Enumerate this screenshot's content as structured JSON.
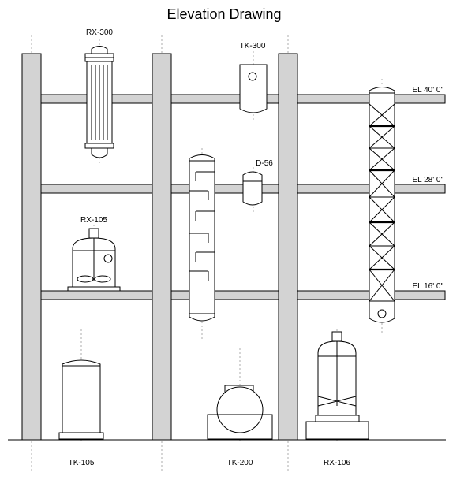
{
  "drawing": {
    "title": "Elevation Drawing",
    "elevations": [
      {
        "id": "el40",
        "label": "EL 40' 0\""
      },
      {
        "id": "el28",
        "label": "EL 28' 0\""
      },
      {
        "id": "el16",
        "label": "EL 16' 0\""
      }
    ],
    "equipment": {
      "rx300": "RX-300",
      "tk300": "TK-300",
      "d56": "D-56",
      "rx105": "RX-105",
      "tk105": "TK-105",
      "tk200": "TK-200",
      "rx106": "RX-106"
    }
  }
}
